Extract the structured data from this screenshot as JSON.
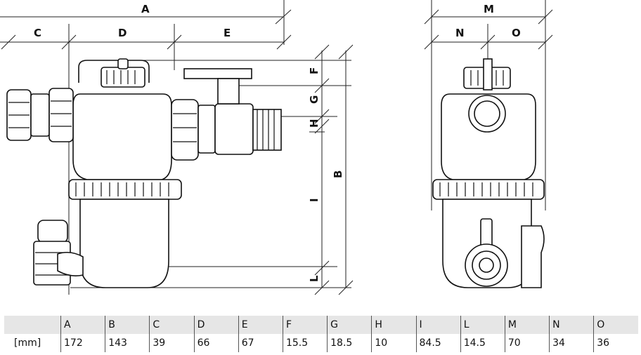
{
  "view_labels": {
    "front": {
      "A": "A",
      "C": "C",
      "D": "D",
      "E": "E",
      "F": "F",
      "G": "G",
      "H": "H",
      "B": "B",
      "I": "I",
      "L": "L"
    },
    "side": {
      "M": "M",
      "N": "N",
      "O": "O"
    }
  },
  "table": {
    "unit": "[mm]",
    "columns": [
      "A",
      "B",
      "C",
      "D",
      "E",
      "F",
      "G",
      "H",
      "I",
      "L",
      "M",
      "N",
      "O"
    ],
    "values": [
      "172",
      "143",
      "39",
      "66",
      "67",
      "15.5",
      "18.5",
      "10",
      "84.5",
      "14.5",
      "70",
      "34",
      "36"
    ]
  }
}
